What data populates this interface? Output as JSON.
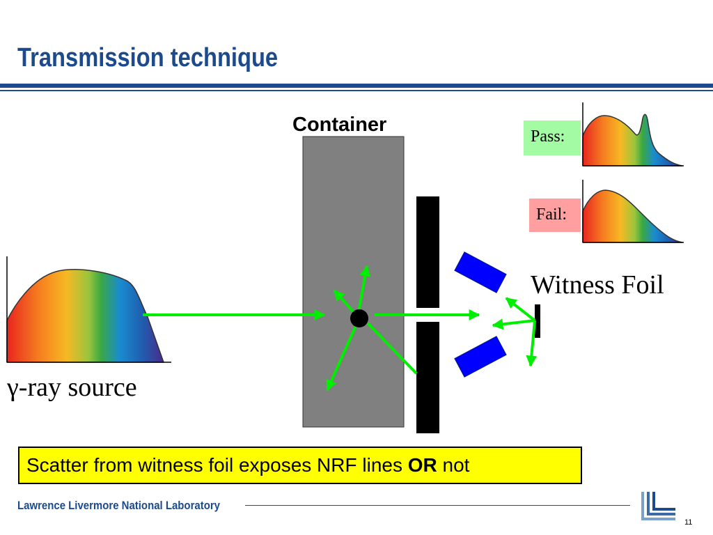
{
  "slide": {
    "title": "Transmission technique",
    "page_number": "11"
  },
  "diagram": {
    "container_label": "Container",
    "pass_label": "Pass:",
    "fail_label": "Fail:",
    "witness_label": "Witness Foil",
    "source_label": "γ-ray source"
  },
  "callout": {
    "text_before": "Scatter from witness foil exposes NRF lines ",
    "emphasis": "OR",
    "text_after": " not"
  },
  "footer": {
    "lab_name": "Lawrence Livermore National Laboratory"
  },
  "colors": {
    "brand_blue": "#1c4a8c",
    "ray_green": "#00ee00",
    "container_gray": "#808080",
    "detector_blue": "#0000ff",
    "pass_green": "#a3fca3",
    "fail_red": "#ff9f9f",
    "callout_yellow": "#ffff00"
  }
}
